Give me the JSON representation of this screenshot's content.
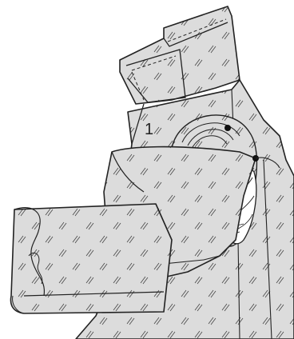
{
  "diagram": {
    "step_label": "1",
    "colors": {
      "fabric_fill": "#dcdcdc",
      "outline": "#222222",
      "background": "#ffffff",
      "lining_fill": "#ffffff",
      "marker": "#111111"
    },
    "icons": [
      "collar",
      "garment-body",
      "armhole-opening",
      "folded-sleeve-cuff",
      "match-point-markers"
    ]
  }
}
